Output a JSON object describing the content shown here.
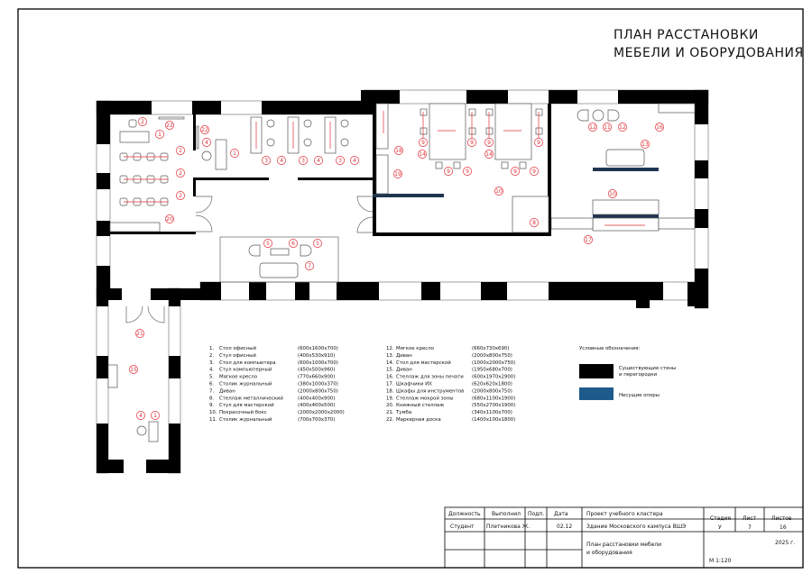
{
  "title": {
    "line1": "ПЛАН РАССТАНОВКИ",
    "line2": "МЕБЕЛИ И ОБОРУДОВАНИЯ"
  },
  "callouts": [
    "2",
    "22",
    "1",
    "2",
    "2",
    "2",
    "20",
    "22",
    "4",
    "1",
    "3",
    "4",
    "3",
    "4",
    "3",
    "4",
    "5",
    "6",
    "5",
    "7",
    "9",
    "9",
    "9",
    "9",
    "14",
    "14",
    "9",
    "9",
    "9",
    "9",
    "18",
    "19",
    "10",
    "8",
    "12",
    "11",
    "12",
    "16",
    "13",
    "10",
    "17",
    "21",
    "15",
    "4",
    "1"
  ],
  "legend": {
    "items": [
      {
        "n": "1.",
        "name": "Стол офисный",
        "dims": "(600x1600x700)"
      },
      {
        "n": "2.",
        "name": "Стул офисный",
        "dims": "(400x530x910)"
      },
      {
        "n": "3.",
        "name": "Стол для компьютера",
        "dims": "(600x1000x700)"
      },
      {
        "n": "4.",
        "name": "Стул компьютерный",
        "dims": "(450x500x960)"
      },
      {
        "n": "5.",
        "name": "Мягкое кресло",
        "dims": "(770x660x900)"
      },
      {
        "n": "6.",
        "name": "Столик журнальный",
        "dims": "(380x1000x370)"
      },
      {
        "n": "7.",
        "name": "Диван",
        "dims": "(2000x800x750)"
      },
      {
        "n": "8.",
        "name": "Стеллаж металлический",
        "dims": "(400x400x900)"
      },
      {
        "n": "9.",
        "name": "Стул для мастерской",
        "dims": "(400x400x500)"
      },
      {
        "n": "10.",
        "name": "Покрасочный бокс",
        "dims": "(2000x2000x2000)"
      },
      {
        "n": "11.",
        "name": "Столик журнальный",
        "dims": "(700x700x370)"
      },
      {
        "n": "12.",
        "name": "Мягкое кресло",
        "dims": "(660x730x690)"
      },
      {
        "n": "13.",
        "name": "Диван",
        "dims": "(2000x800x750)"
      },
      {
        "n": "14.",
        "name": "Стол для мастерской",
        "dims": "(1000x2000x750)"
      },
      {
        "n": "15.",
        "name": "Диван",
        "dims": "(1950x680x700)"
      },
      {
        "n": "16.",
        "name": "Стеллаж для зоны печати",
        "dims": "(600x1970x2900)"
      },
      {
        "n": "17.",
        "name": "Шкафчики ИХ",
        "dims": "(620x620x1800)"
      },
      {
        "n": "18.",
        "name": "Шкафы для инструментов",
        "dims": "(2000x800x750)"
      },
      {
        "n": "19.",
        "name": "Стеллаж мокрой зоны",
        "dims": "(680x1100x1900)"
      },
      {
        "n": "20.",
        "name": "Книжный стеллаж",
        "dims": "(550x2700x1900)"
      },
      {
        "n": "21.",
        "name": "Тумба",
        "dims": "(340x1100x700)"
      },
      {
        "n": "22.",
        "name": "Маркерная доска",
        "dims": "(1400x100x1800)"
      }
    ],
    "symbols_title": "Условные обозначения:",
    "walls_l1": "Существующие стены",
    "walls_l2": "и перегородки",
    "supports": "Несущие опоры",
    "wall_color": "#000000",
    "support_color": "#1f5a8c"
  },
  "titleblock": {
    "h_position": "Должность",
    "h_done": "Выполнил",
    "h_sign": "Подп.",
    "h_date": "Дата",
    "position": "Студент",
    "done": "Плетникова Ж.",
    "date": "02.12",
    "project": "Проект учебного кластера",
    "building": "Здание Московского кампуса ВШЭ",
    "sheet_title1": "План расстановки мебели",
    "sheet_title2": "и оборудования",
    "h_stage": "Стадия",
    "h_sheet": "Лист",
    "h_sheets": "Листов",
    "stage": "У",
    "sheet": "7",
    "sheets": "16",
    "year": "2025 г.",
    "scale": "М 1:120"
  }
}
